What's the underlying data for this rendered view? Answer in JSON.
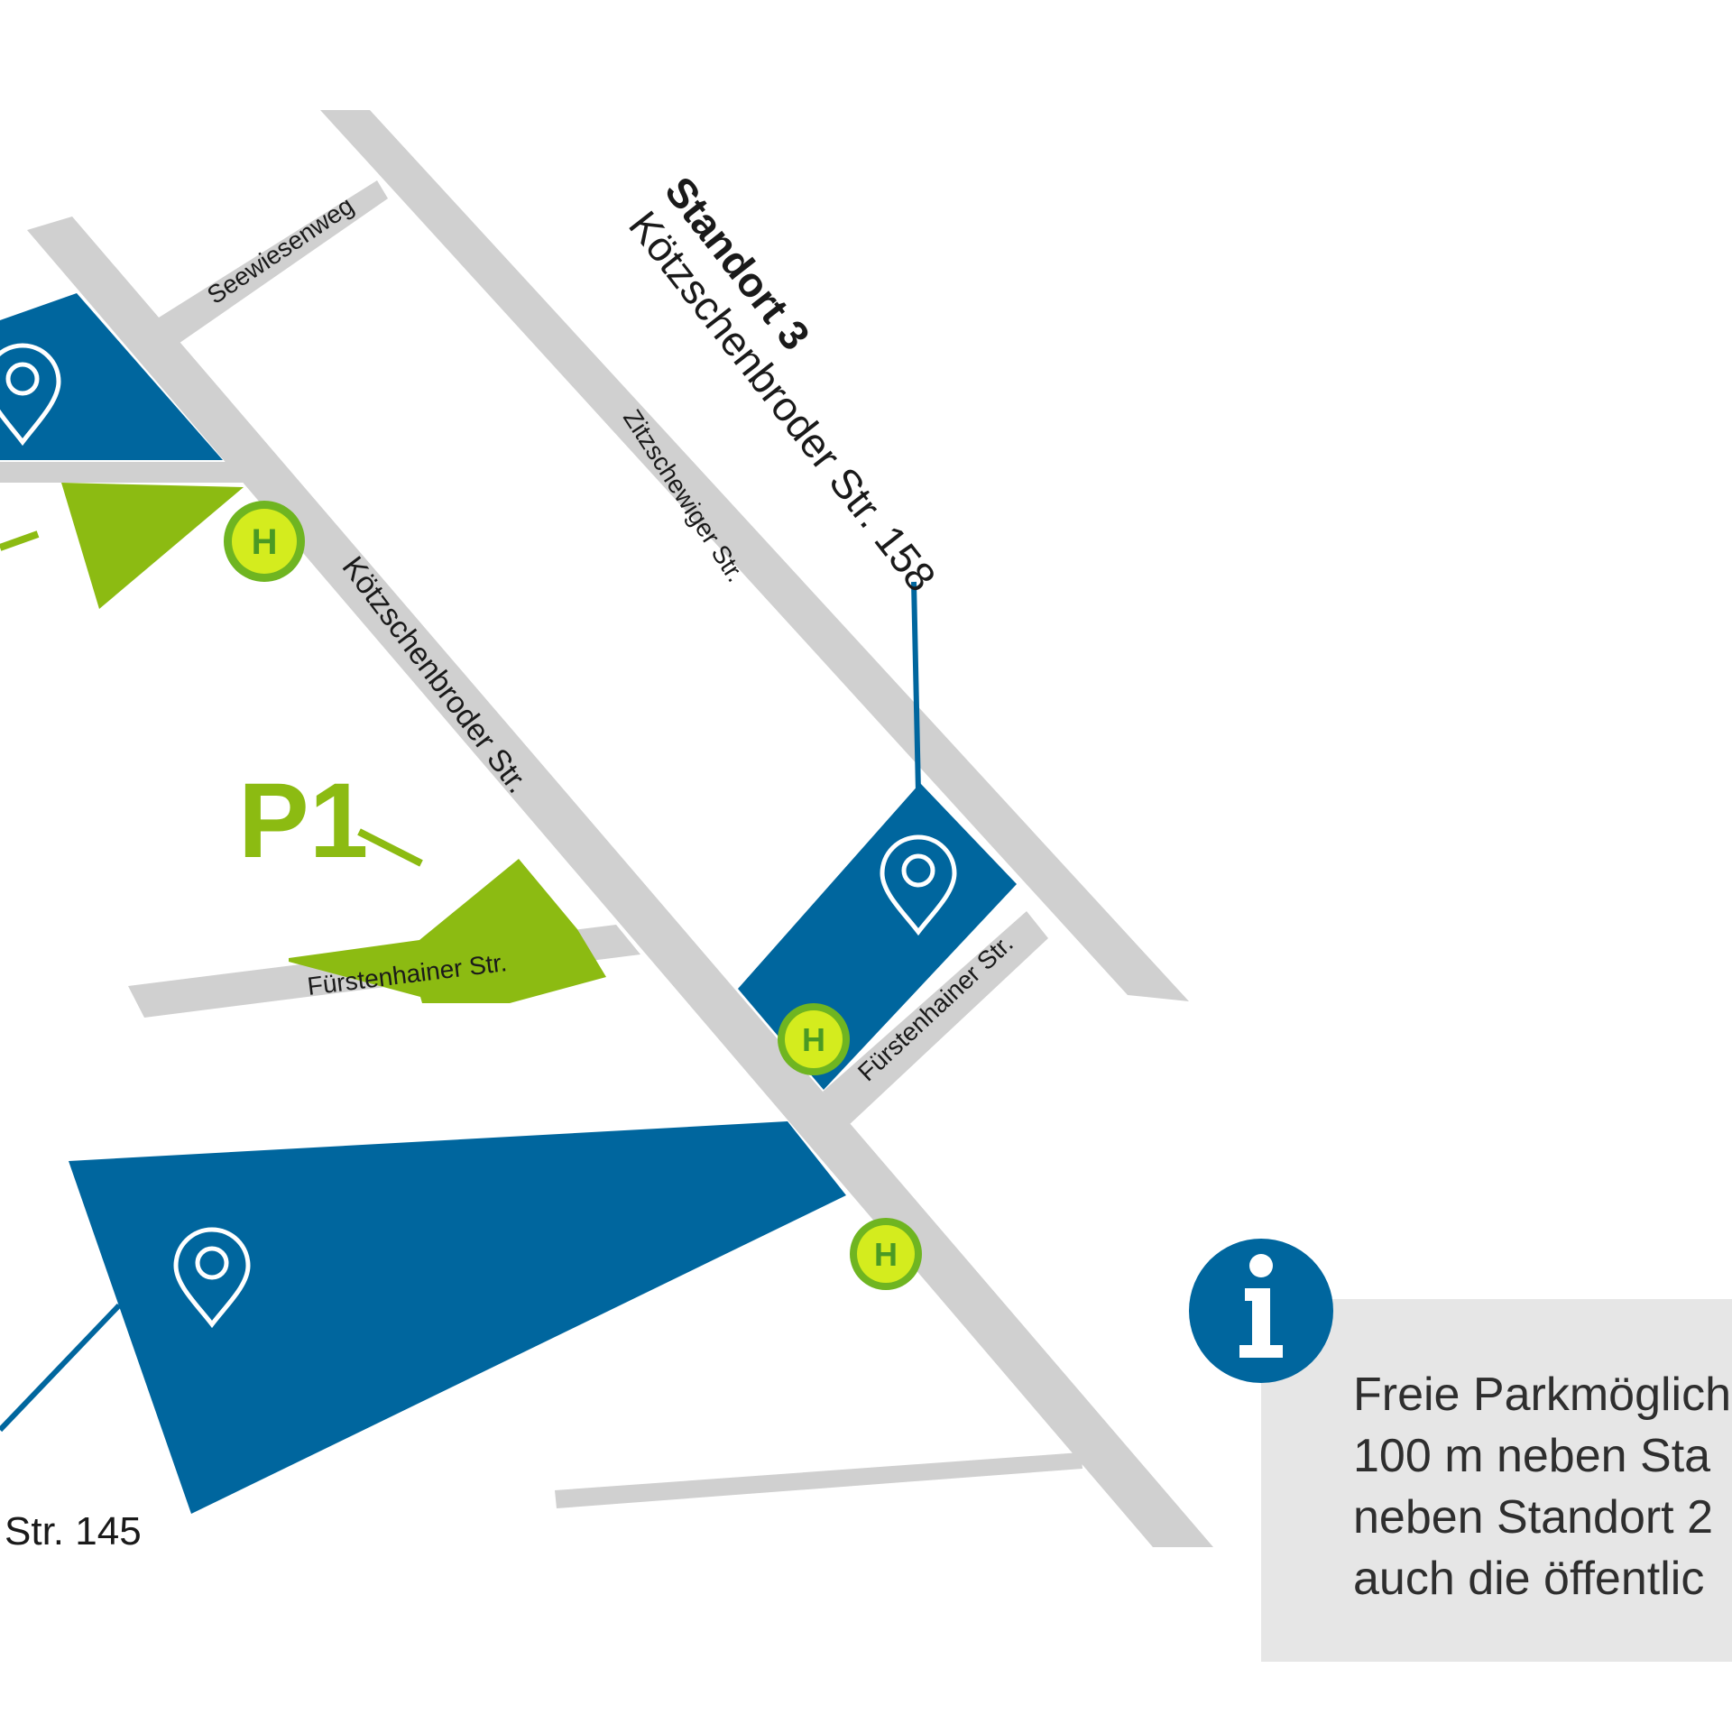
{
  "colors": {
    "road": "#d0d0d0",
    "location_blue": "#00669e",
    "parking_green": "#8cbb12",
    "stop_fill": "#d4ec1e",
    "stop_ring": "#6fb521",
    "stop_letter": "#4a9a24",
    "info_box": "#e6e6e6",
    "text": "#1a1a1a"
  },
  "streets": {
    "seewiesenweg": "Seewiesenweg",
    "zitzschewiger": "Zitzschewiger Str.",
    "koetzschenbroder_main": "Kötzschenbroder Str.",
    "fuerstenhainer_left": "Fürstenhainer Str.",
    "fuerstenhainer_right": "Fürstenhainer Str."
  },
  "location_3": {
    "title": "Standort 3",
    "address": "Kötzschenbroder Str. 158"
  },
  "location_bottom": {
    "address_partial": "Str. 145"
  },
  "parking": {
    "label": "P1"
  },
  "bus_stop": {
    "letter": "H"
  },
  "info": {
    "icon": "info-icon",
    "lines": [
      "Freie Parkmöglich",
      "100 m neben Sta",
      "neben Standort 2",
      "auch die öffentlic"
    ]
  },
  "icons": [
    "location-pin-icon",
    "bus-stop-icon",
    "info-icon"
  ]
}
